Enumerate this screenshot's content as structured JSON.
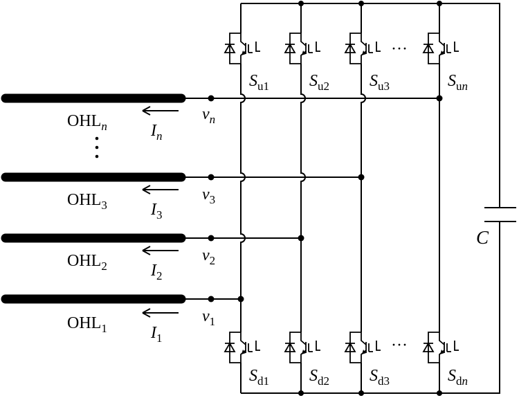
{
  "lines": [
    {
      "name": "OHL",
      "sub": "n",
      "voltage": "v",
      "vsub": "n",
      "current": "I",
      "isub": "n"
    },
    {
      "name": "OHL",
      "sub": "3",
      "voltage": "v",
      "vsub": "3",
      "current": "I",
      "isub": "3"
    },
    {
      "name": "OHL",
      "sub": "2",
      "voltage": "v",
      "vsub": "2",
      "current": "I",
      "isub": "2"
    },
    {
      "name": "OHL",
      "sub": "1",
      "voltage": "v",
      "vsub": "1",
      "current": "I",
      "isub": "1"
    }
  ],
  "switches_upper": [
    {
      "base": "S",
      "sub": "u1"
    },
    {
      "base": "S",
      "sub": "u2"
    },
    {
      "base": "S",
      "sub": "u3"
    },
    {
      "base": "S",
      "sub": "u",
      "sub_italic": "n"
    }
  ],
  "switches_lower": [
    {
      "base": "S",
      "sub": "d1"
    },
    {
      "base": "S",
      "sub": "d2"
    },
    {
      "base": "S",
      "sub": "d3"
    },
    {
      "base": "S",
      "sub": "d",
      "sub_italic": "n"
    }
  ],
  "capacitor": {
    "label": "C"
  },
  "ellipsis": "···"
}
